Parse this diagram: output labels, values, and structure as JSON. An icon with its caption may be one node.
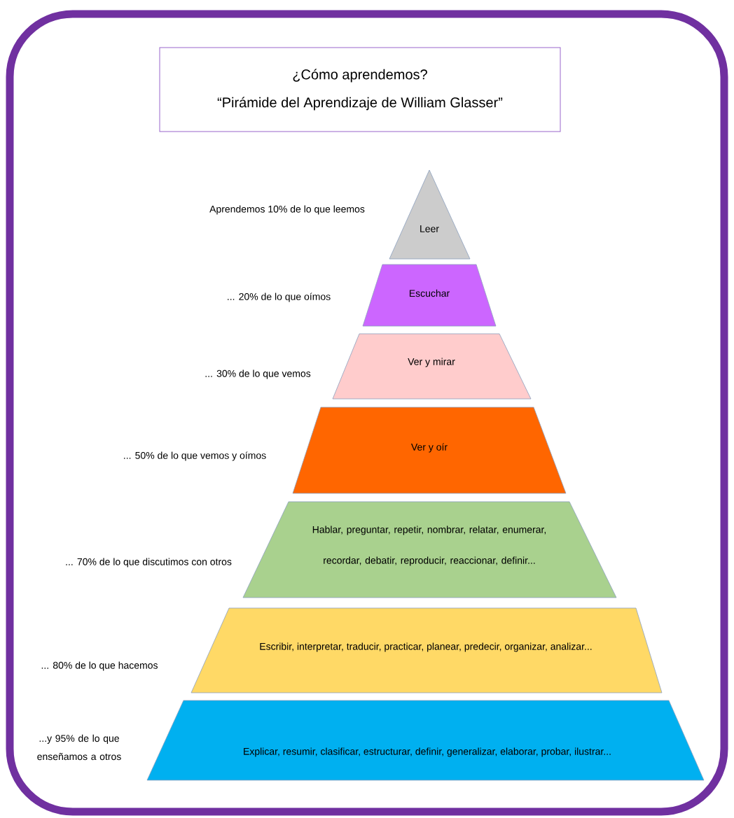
{
  "diagram": {
    "nodes": [
      {
        "text": [
          "¿Cómo aprendemos?",
          "“Pirámide del Aprendizaje de William Glasser”"
        ]
      },
      {
        "text": [
          "Leer"
        ],
        "beside": [
          "Aprendemos 10% de lo que leemos"
        ]
      },
      {
        "text": [
          "Escuchar"
        ],
        "beside": [
          "... 20% de lo que oímos"
        ]
      },
      {
        "text": [
          "Ver y mirar"
        ],
        "beside": [
          "... 30% de lo que vemos"
        ]
      },
      {
        "text": [
          "Ver y oír"
        ],
        "beside": [
          "... 50% de lo que vemos y oímos"
        ]
      },
      {
        "text": [
          "Hablar, preguntar, repetir, nombrar, relatar, enumerar, recordar, debatir, reproducir, reaccionar, definir..."
        ],
        "beside": [
          "... 70% de lo que discutimos con otros"
        ]
      },
      {
        "text": [
          "Escribir, interpretar, traducir, practicar, planear, predecir, organizar, analizar..."
        ],
        "beside": [
          "... 80% de lo que hacemos"
        ]
      },
      {
        "text": [
          "Explicar, resumir, clasificar, estructurar, definir, generalizar, elaborar, probar, ilustrar..."
        ],
        "beside": [
          "...y 95% de lo que enseñamos a otros"
        ]
      }
    ]
  }
}
